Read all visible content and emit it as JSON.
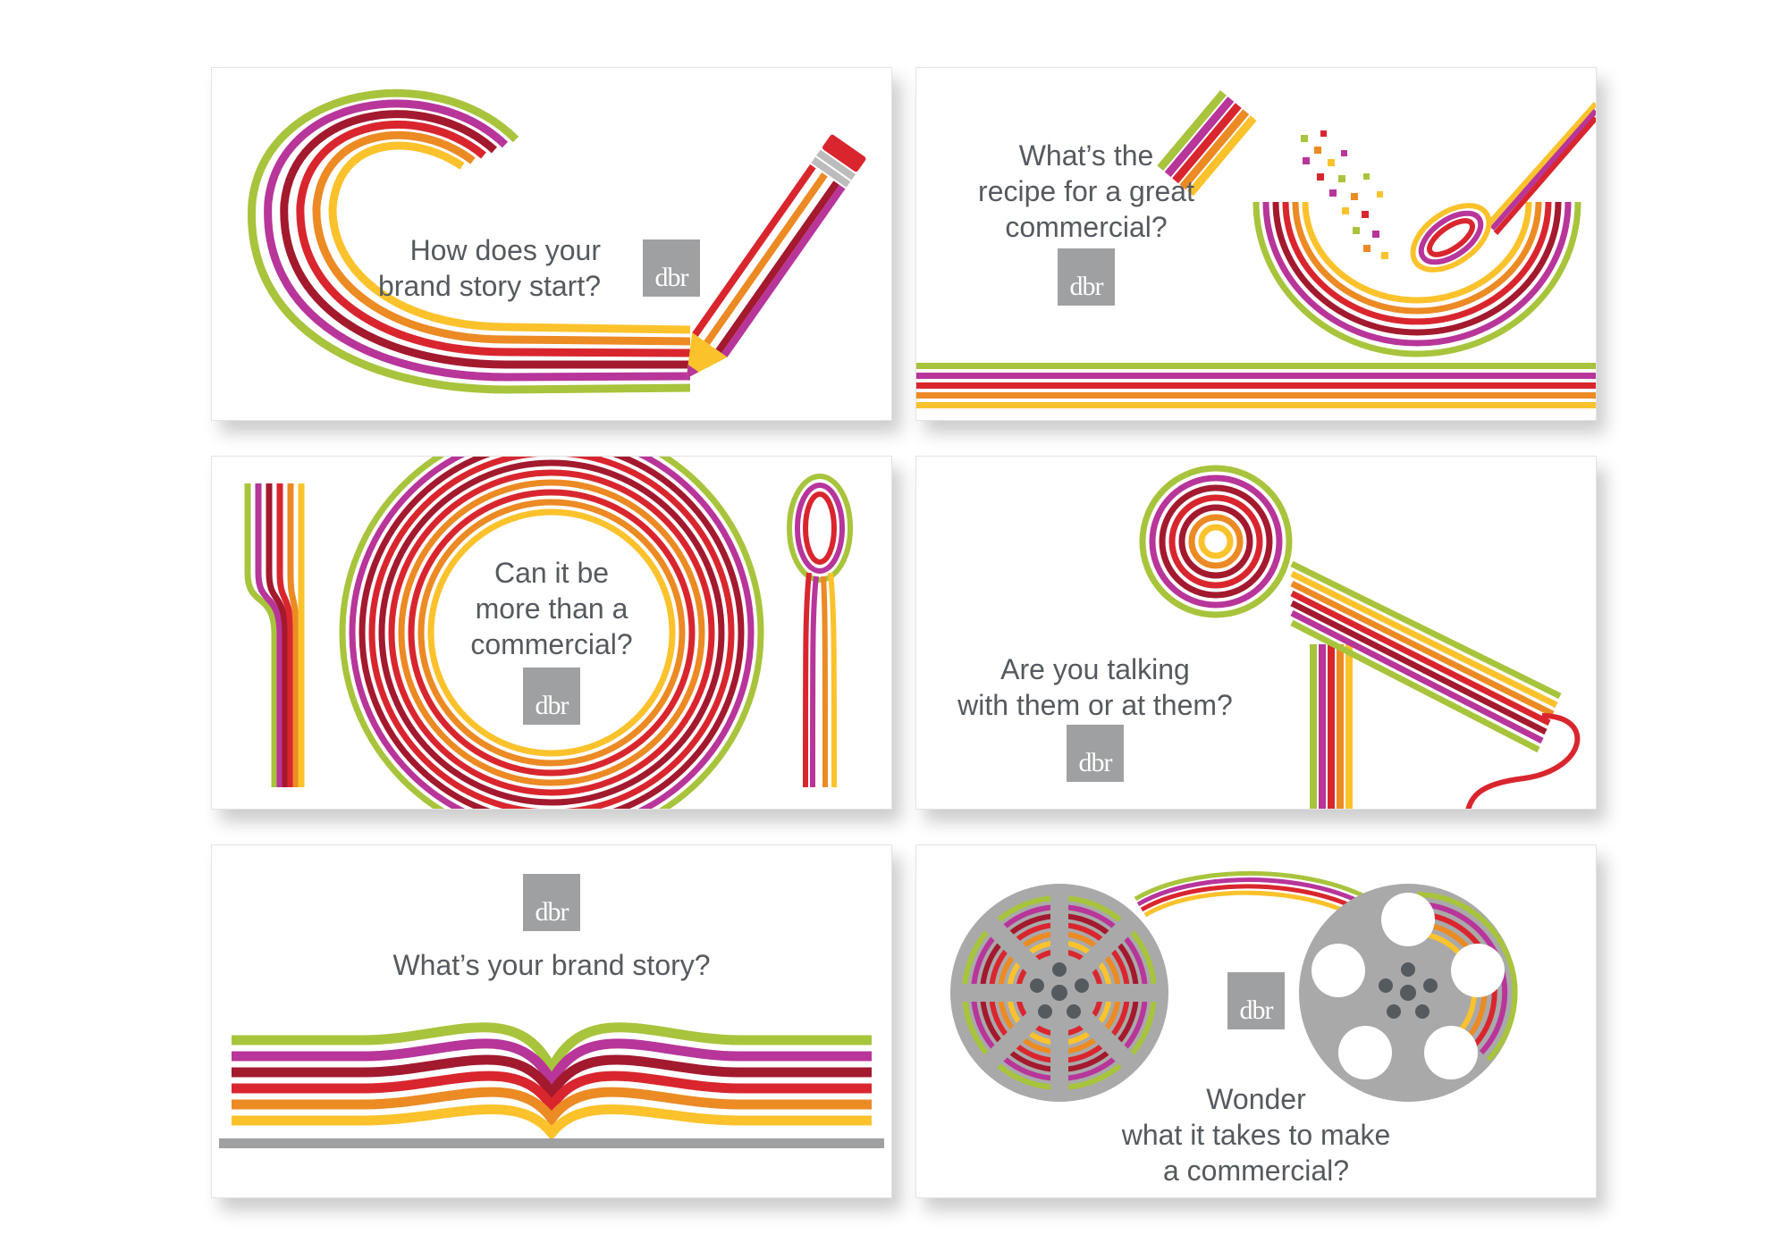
{
  "brand": {
    "logo_text": "dbr",
    "logo_color": "#9ea0a2"
  },
  "palette": {
    "green": "#a8c43c",
    "magenta": "#b8359a",
    "crimson": "#a3192e",
    "red": "#d9262e",
    "orange": "#ec8a24",
    "yellow": "#fbc22c",
    "gray": "#9ea0a2"
  },
  "cards": [
    {
      "id": "pencil",
      "headline": "How does your\nbrand story start?",
      "art": "pencil-swirl"
    },
    {
      "id": "recipe",
      "headline": "What’s the\nrecipe for a great\ncommercial?",
      "art": "mixing-bowl-whisk"
    },
    {
      "id": "plate",
      "headline": "Can it be\nmore than a\ncommercial?",
      "art": "plate-fork-spoon"
    },
    {
      "id": "microphone",
      "headline": "Are you talking\nwith them or at them?",
      "art": "microphone"
    },
    {
      "id": "book",
      "headline": "What’s your brand story?",
      "art": "open-book"
    },
    {
      "id": "reels",
      "headline": "Wonder\nwhat it takes to make\na commercial?",
      "art": "film-reels"
    }
  ]
}
